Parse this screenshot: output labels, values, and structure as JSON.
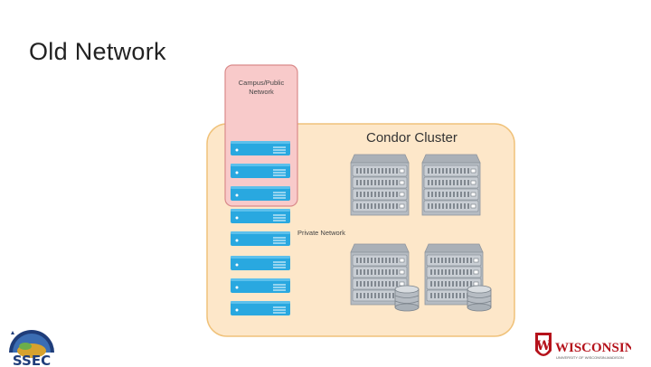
{
  "slide": {
    "title": "Old Network"
  },
  "diagram": {
    "campus_label_line1": "Campus/Public",
    "campus_label_line2": "Network",
    "cluster_label": "Condor Cluster",
    "private_label": "Private Network",
    "colors": {
      "campus_fill": "#f8caca",
      "campus_stroke": "#d98a8a",
      "cluster_fill": "#fde7c9",
      "cluster_stroke": "#f0c27a",
      "node_blue": "#29a8e0",
      "rack_grey": "#bcc2c9"
    },
    "left_node_count": 8,
    "rack_count": 4,
    "database_icon_count": 2
  },
  "logos": {
    "left_text": "SSEC",
    "right_text": "WISCONSIN",
    "right_subtext": "UNIVERSITY OF WISCONSIN-MADISON"
  }
}
